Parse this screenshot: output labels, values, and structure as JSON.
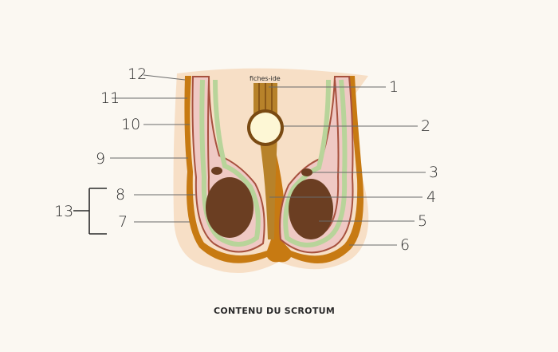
{
  "source_text": "fiches-ide",
  "caption": "CONTENU DU SCROTUM",
  "labels": [
    "1",
    "2",
    "3",
    "4",
    "5",
    "6",
    "7",
    "8",
    "9",
    "10",
    "11",
    "12",
    "13"
  ],
  "colors": {
    "background": "#fbf8f2",
    "skin": "#f7dfc6",
    "dartos": "#c77a12",
    "dartos_dark": "#9c5a0a",
    "membrane": "#efc9c4",
    "layer_lines": "#a7513e",
    "vaginal": "#b8d49a",
    "testis": "#6b3e22",
    "cord_vessels": "#b7822a",
    "cord_bulb": "#fdf7d5"
  }
}
